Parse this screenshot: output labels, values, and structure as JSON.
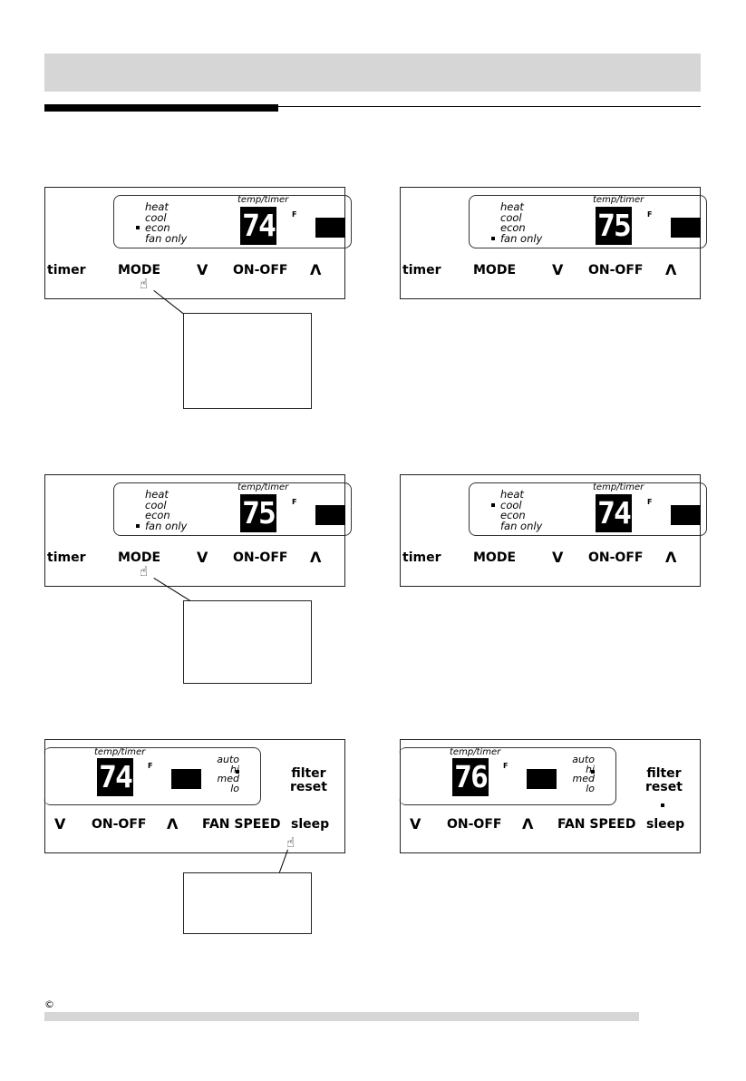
{
  "panels": [
    {
      "mode_items": [
        "heat",
        "cool",
        "econ",
        "fan only"
      ],
      "selected_mode": 2,
      "temp_label": "temp/timer",
      "temp": "74",
      "unit": "F",
      "buttons": {
        "timer": "timer",
        "mode": "MODE",
        "down": "V",
        "onoff": "ON-OFF",
        "up": "Λ"
      }
    },
    {
      "mode_items": [
        "heat",
        "cool",
        "econ",
        "fan only"
      ],
      "selected_mode": 3,
      "temp_label": "temp/timer",
      "temp": "75",
      "unit": "F",
      "buttons": {
        "timer": "timer",
        "mode": "MODE",
        "down": "V",
        "onoff": "ON-OFF",
        "up": "Λ"
      }
    },
    {
      "mode_items": [
        "heat",
        "cool",
        "econ",
        "fan only"
      ],
      "selected_mode": 3,
      "temp_label": "temp/timer",
      "temp": "75",
      "unit": "F",
      "buttons": {
        "timer": "timer",
        "mode": "MODE",
        "down": "V",
        "onoff": "ON-OFF",
        "up": "Λ"
      }
    },
    {
      "mode_items": [
        "heat",
        "cool",
        "econ",
        "fan only"
      ],
      "selected_mode": 1,
      "temp_label": "temp/timer",
      "temp": "74",
      "unit": "F",
      "buttons": {
        "timer": "timer",
        "mode": "MODE",
        "down": "V",
        "onoff": "ON-OFF",
        "up": "Λ"
      }
    }
  ],
  "fan_panels": [
    {
      "temp_label": "temp/timer",
      "temp": "74",
      "unit": "F",
      "fan_items": [
        "auto",
        "hi",
        "med",
        "lo"
      ],
      "selected_fan": 1,
      "filter_reset": [
        "filter",
        "reset"
      ],
      "sleep_indicator": false,
      "buttons": {
        "down": "V",
        "onoff": "ON-OFF",
        "up": "Λ",
        "fan_speed": "FAN SPEED",
        "sleep": "sleep"
      }
    },
    {
      "temp_label": "temp/timer",
      "temp": "76",
      "unit": "F",
      "fan_items": [
        "auto",
        "hi",
        "med",
        "lo"
      ],
      "selected_fan": 1,
      "filter_reset": [
        "filter",
        "reset"
      ],
      "sleep_indicator": true,
      "buttons": {
        "down": "V",
        "onoff": "ON-OFF",
        "up": "Λ",
        "fan_speed": "FAN SPEED",
        "sleep": "sleep"
      }
    }
  ],
  "footer": {
    "copyright_symbol": "©"
  }
}
